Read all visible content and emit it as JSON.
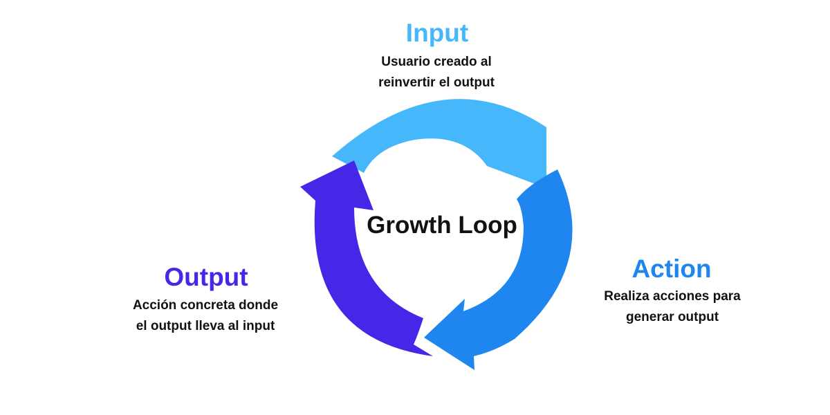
{
  "center_label": "Growth Loop",
  "steps": [
    {
      "id": "input",
      "title": "Input",
      "desc_line1": "Usuario creado al",
      "desc_line2": "reinvertir el output",
      "color": "#45B7FA"
    },
    {
      "id": "action",
      "title": "Action",
      "desc_line1": "Realiza acciones para",
      "desc_line2": "generar output",
      "color": "#1E86EE"
    },
    {
      "id": "output",
      "title": "Output",
      "desc_line1": "Acción concreta donde",
      "desc_line2": "el output lleva al input",
      "color": "#4527E8"
    }
  ]
}
